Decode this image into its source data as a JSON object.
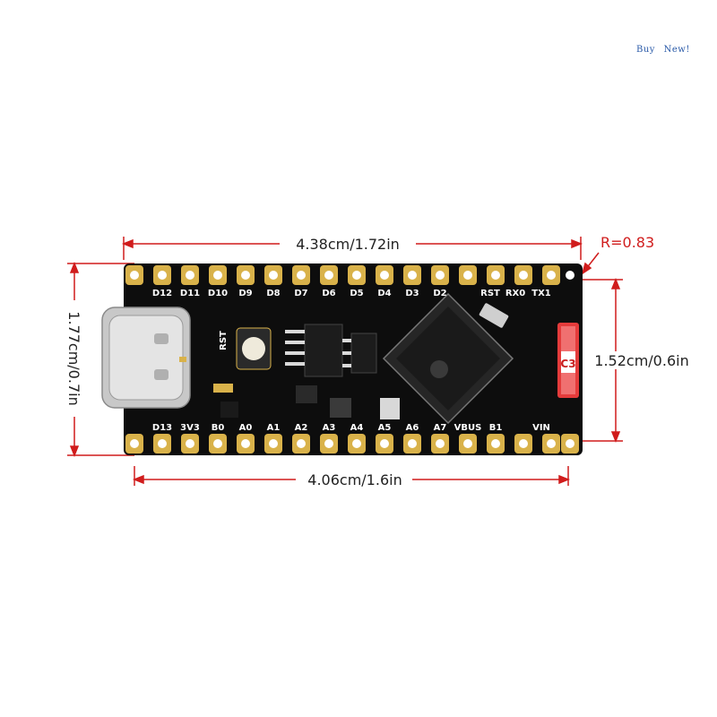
{
  "corner_link": "Buy  New!",
  "dimensions": {
    "top_width": "4.38cm/1.72in",
    "bottom_width": "4.06cm/1.6in",
    "left_height": "1.77cm/0.7in",
    "right_height": "1.52cm/0.6in",
    "corner_radius": "R=0.83"
  },
  "pin_labels_top": [
    "D12",
    "D11",
    "D10",
    "D9",
    "D8",
    "D7",
    "D6",
    "D5",
    "D4",
    "D3",
    "D2",
    "RST",
    "RX0",
    "TX1"
  ],
  "pin_labels_bottom": [
    "D13",
    "3V3",
    "B0",
    "A0",
    "A1",
    "A2",
    "A3",
    "A4",
    "A5",
    "A6",
    "A7",
    "VBUS",
    "B1",
    "VIN"
  ],
  "board_labels": {
    "reset": "RST",
    "antenna": "C3"
  },
  "colors": {
    "pcb": "#0d0d0d",
    "gold": "#d9b24a",
    "dimension": "#d01c1c",
    "connector": "#c8c8c8"
  }
}
